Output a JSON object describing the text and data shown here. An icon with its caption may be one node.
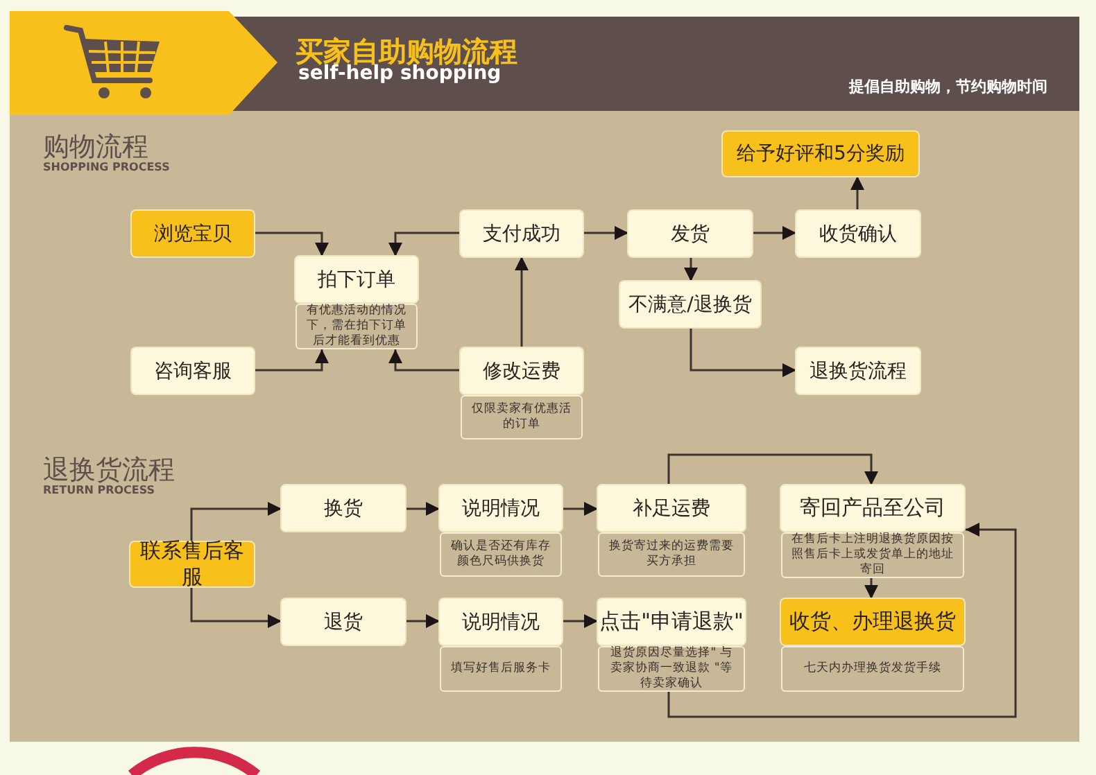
{
  "diagram": {
    "title": "买家自助购物流程",
    "nodes": [
      {
        "text": [
          "浏览宝贝"
        ]
      },
      {
        "text": [
          "拍下订单",
          "有优惠活动的情况下，需在拍下订单后才能看到优惠"
        ]
      },
      {
        "text": [
          "咨询客服"
        ]
      },
      {
        "text": [
          "支付成功"
        ]
      },
      {
        "text": [
          "修改运费",
          "仅限卖家有优惠活的订单"
        ]
      },
      {
        "text": [
          "发货"
        ]
      },
      {
        "text": [
          "不满意/退换货"
        ]
      },
      {
        "text": [
          "收货确认"
        ]
      },
      {
        "text": [
          "给予好评和5分奖励"
        ]
      },
      {
        "text": [
          "退换货流程"
        ]
      },
      {
        "text": [
          "联系售后客服"
        ]
      },
      {
        "text": [
          "换货"
        ]
      },
      {
        "text": [
          "退货"
        ]
      },
      {
        "text": [
          "说明情况",
          "确认是否还有库存颜色尺码供换货"
        ]
      },
      {
        "text": [
          "说明情况",
          "填写好售后服务卡"
        ]
      },
      {
        "text": [
          "补足运费",
          "换货寄过来的运费需要买方承担"
        ]
      },
      {
        "text": [
          "点击\"申请退款\"",
          "退货原因尽量选择\" 与卖家协商一致退款 \"等待卖家确认"
        ]
      },
      {
        "text": [
          "寄回产品至公司",
          "在售后卡上注明退换货原因按照售后卡上或发货单上的地址寄回"
        ]
      },
      {
        "text": [
          "收货、办理退换货",
          "七天内办理换货发货手续"
        ]
      }
    ],
    "edges": [
      {
        "from": 0,
        "to": 1,
        "arrow": "to"
      },
      {
        "from": 3,
        "to": 1,
        "arrow": "to"
      },
      {
        "from": 2,
        "to": 1,
        "arrow": "to"
      },
      {
        "from": 4,
        "to": 1,
        "arrow": "to"
      },
      {
        "from": 4,
        "to": 3,
        "arrow": "to"
      },
      {
        "from": 3,
        "to": 5,
        "arrow": "to"
      },
      {
        "from": 5,
        "to": 7,
        "arrow": "to"
      },
      {
        "from": 7,
        "to": 8,
        "arrow": "to"
      },
      {
        "from": 5,
        "to": 6,
        "arrow": "to"
      },
      {
        "from": 6,
        "to": 9,
        "arrow": "to"
      },
      {
        "from": 10,
        "to": 11,
        "arrow": "to"
      },
      {
        "from": 10,
        "to": 12,
        "arrow": "to"
      },
      {
        "from": 11,
        "to": 13,
        "arrow": "to"
      },
      {
        "from": 12,
        "to": 14,
        "arrow": "to"
      },
      {
        "from": 13,
        "to": 15,
        "arrow": "to"
      },
      {
        "from": 14,
        "to": 16,
        "arrow": "to"
      },
      {
        "from": 15,
        "to": 17,
        "arrow": "to"
      },
      {
        "from": 16,
        "to": 17,
        "arrow": "to"
      },
      {
        "from": 17,
        "to": 18,
        "arrow": "to"
      }
    ],
    "labels": [
      "self-help shopping",
      "提倡自助购物，节约购物时间",
      "购物流程",
      "SHOPPING PROCESS",
      "退换货流程",
      "RETURN PROCESS"
    ]
  }
}
